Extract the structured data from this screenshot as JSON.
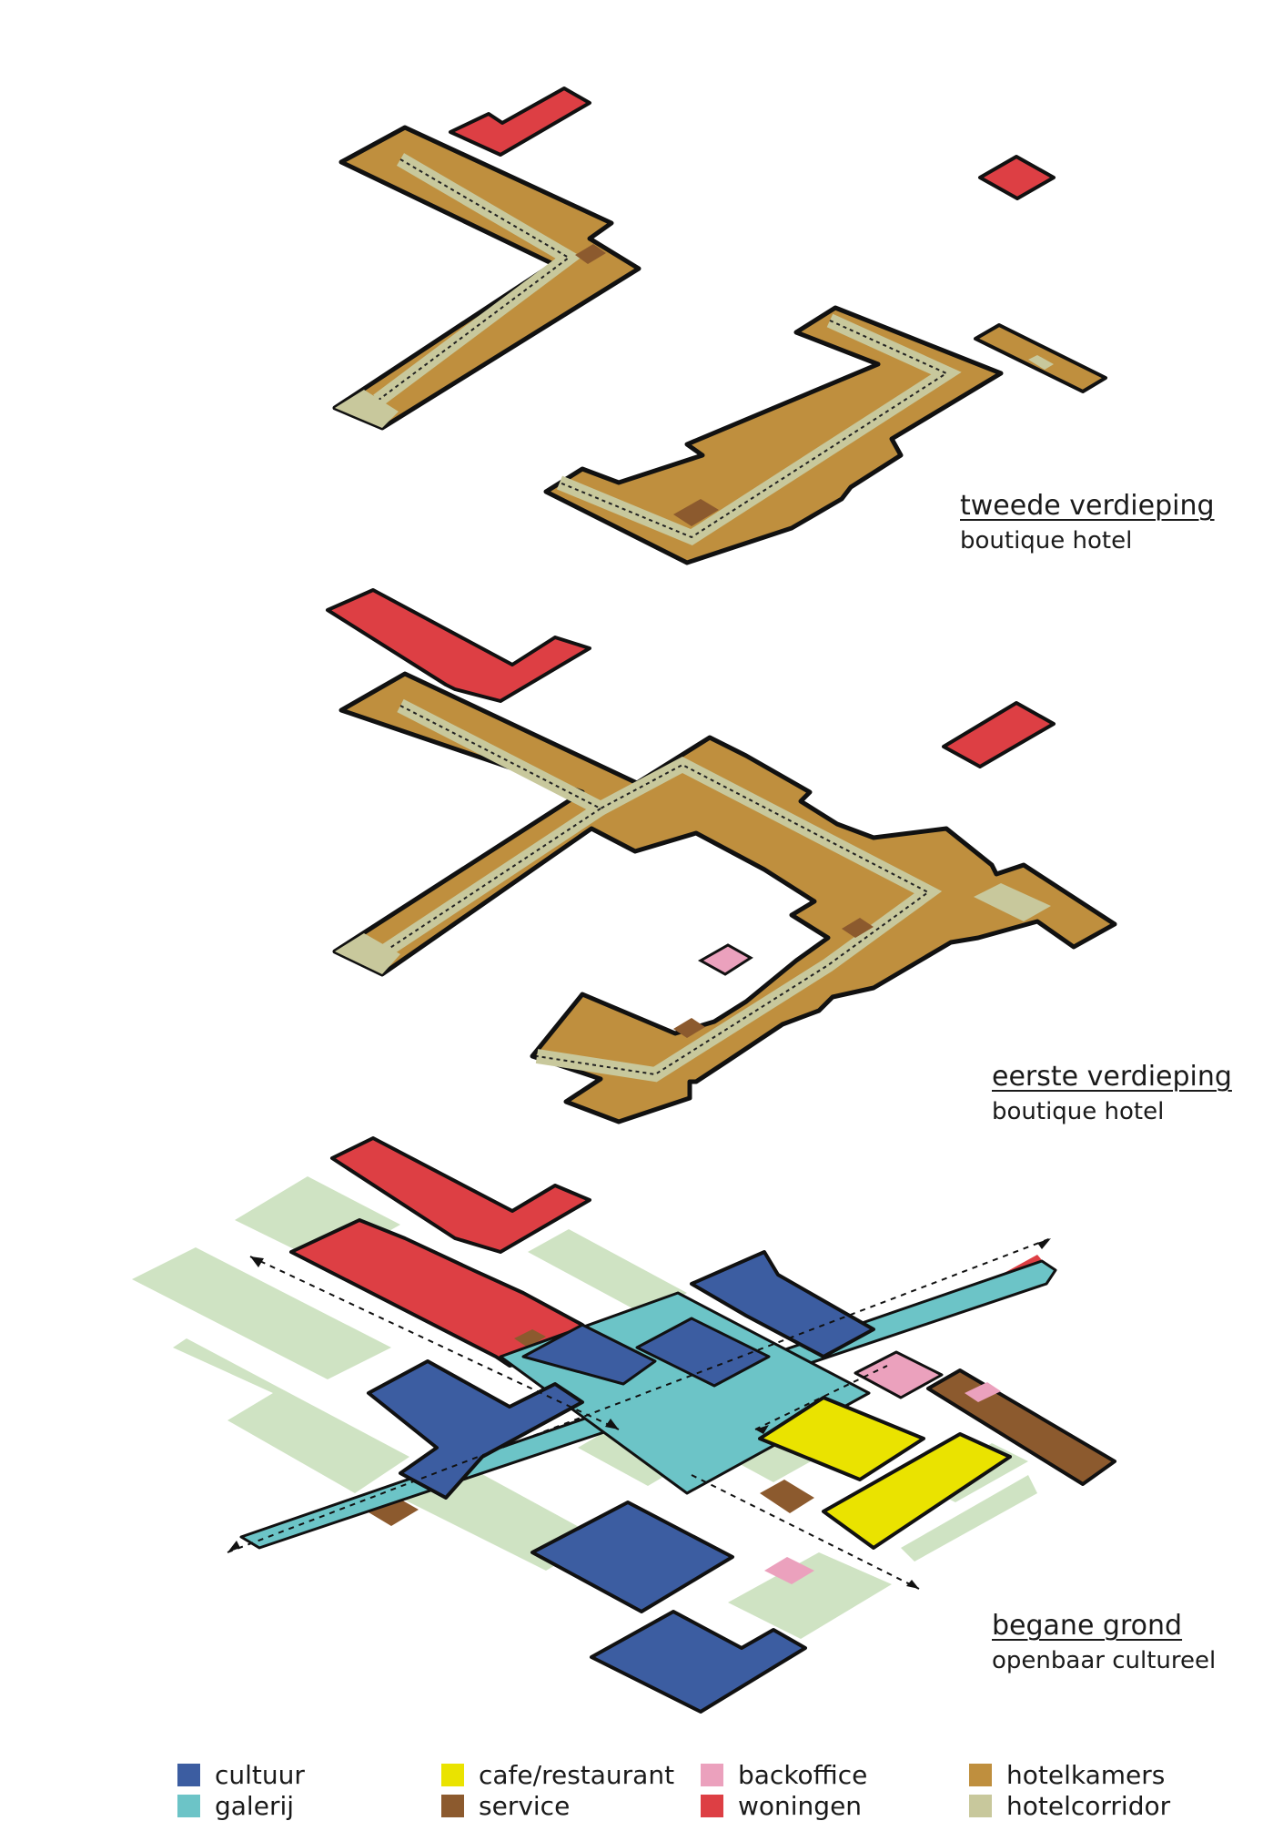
{
  "floors": {
    "second": {
      "level": "tweede verdieping",
      "use": "boutique hotel"
    },
    "first": {
      "level": "eerste verdieping",
      "use": "boutique hotel"
    },
    "ground": {
      "level": "begane grond",
      "use": "openbaar cultureel"
    }
  },
  "legend": {
    "cultuur": {
      "label": "cultuur",
      "color": "#3c5da1"
    },
    "galerij": {
      "label": "galerij",
      "color": "#6cc4c7"
    },
    "cafe": {
      "label": "cafe/restaurant",
      "color": "#eae300"
    },
    "service": {
      "label": "service",
      "color": "#8c5a2e"
    },
    "backoffice": {
      "label": "backoffice",
      "color": "#eba1bd"
    },
    "woningen": {
      "label": "woningen",
      "color": "#dd3f44"
    },
    "hotelkamers": {
      "label": "hotelkamers",
      "color": "#bf8f3e"
    },
    "hotelcorridor": {
      "label": "hotelcorridor",
      "color": "#c8c89c"
    }
  },
  "colors": {
    "outline": "#111111",
    "public_space": "#cfe3c3"
  }
}
